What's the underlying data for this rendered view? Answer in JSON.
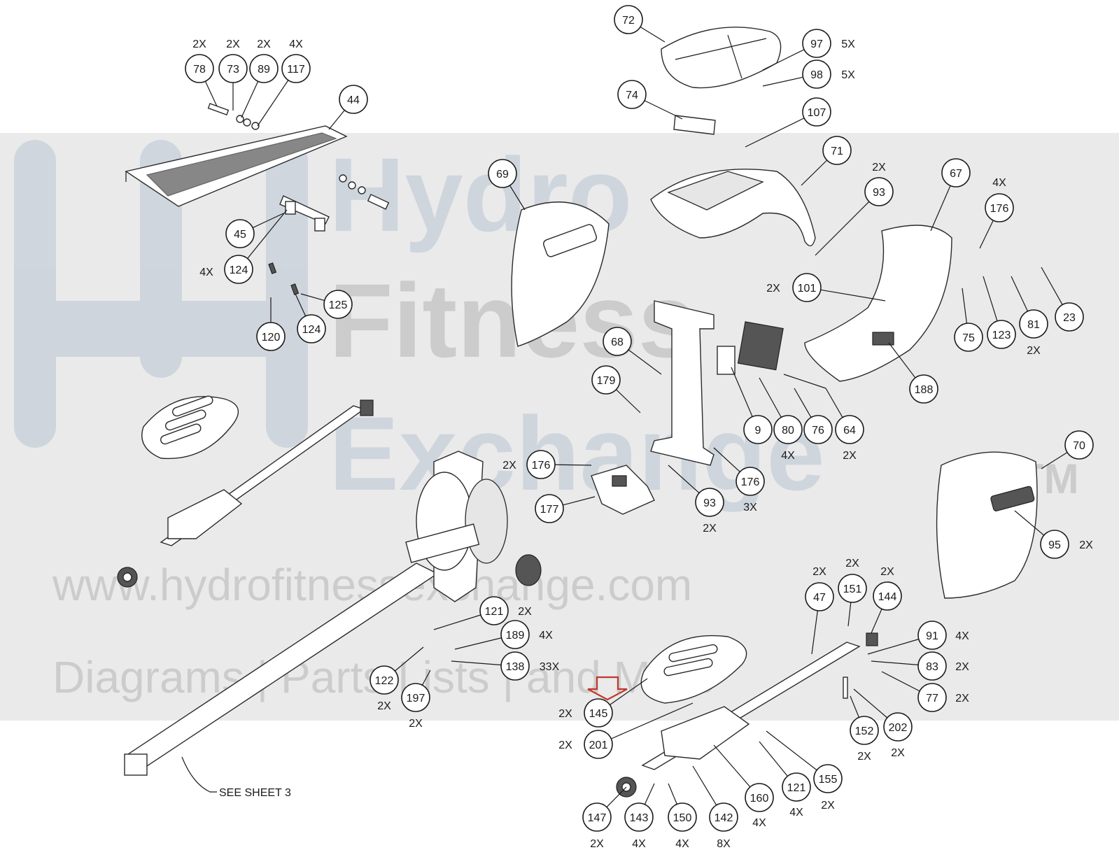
{
  "watermark": {
    "brand_line1": "Hydro",
    "brand_line2": "Fitness",
    "brand_line3": "Exchange",
    "trademark": "TM",
    "url": "www.hydrofitnessexchange.com",
    "tagline": "Diagrams | Parts Lists | and More",
    "band_color": "#d9d9d9",
    "logo_color": "#b8c5d3"
  },
  "highlight_arrow_color": "#c0392b",
  "note_see_sheet": "SEE SHEET 3",
  "callouts": [
    {
      "num": "78",
      "qty": "2X"
    },
    {
      "num": "73",
      "qty": "2X"
    },
    {
      "num": "89",
      "qty": "2X"
    },
    {
      "num": "117",
      "qty": "4X"
    },
    {
      "num": "44",
      "qty": ""
    },
    {
      "num": "45",
      "qty": ""
    },
    {
      "num": "124",
      "qty": "4X"
    },
    {
      "num": "125",
      "qty": ""
    },
    {
      "num": "120",
      "qty": ""
    },
    {
      "num": "124",
      "qty": ""
    },
    {
      "num": "72",
      "qty": ""
    },
    {
      "num": "97",
      "qty": "5X"
    },
    {
      "num": "98",
      "qty": "5X"
    },
    {
      "num": "74",
      "qty": ""
    },
    {
      "num": "107",
      "qty": ""
    },
    {
      "num": "71",
      "qty": ""
    },
    {
      "num": "69",
      "qty": ""
    },
    {
      "num": "93",
      "qty": "2X"
    },
    {
      "num": "67",
      "qty": ""
    },
    {
      "num": "176",
      "qty": "4X"
    },
    {
      "num": "101",
      "qty": "2X"
    },
    {
      "num": "75",
      "qty": ""
    },
    {
      "num": "123",
      "qty": ""
    },
    {
      "num": "81",
      "qty": "2X"
    },
    {
      "num": "23",
      "qty": ""
    },
    {
      "num": "188",
      "qty": ""
    },
    {
      "num": "68",
      "qty": ""
    },
    {
      "num": "179",
      "qty": ""
    },
    {
      "num": "9",
      "qty": ""
    },
    {
      "num": "80",
      "qty": "4X"
    },
    {
      "num": "76",
      "qty": ""
    },
    {
      "num": "64",
      "qty": "2X"
    },
    {
      "num": "70",
      "qty": ""
    },
    {
      "num": "176",
      "qty": "2X"
    },
    {
      "num": "177",
      "qty": ""
    },
    {
      "num": "93",
      "qty": "2X"
    },
    {
      "num": "176",
      "qty": "3X"
    },
    {
      "num": "95",
      "qty": "2X"
    },
    {
      "num": "47",
      "qty": "2X"
    },
    {
      "num": "151",
      "qty": "2X"
    },
    {
      "num": "144",
      "qty": "2X"
    },
    {
      "num": "121",
      "qty": "2X"
    },
    {
      "num": "189",
      "qty": "4X"
    },
    {
      "num": "138",
      "qty": "33X"
    },
    {
      "num": "122",
      "qty": "2X"
    },
    {
      "num": "197",
      "qty": "2X"
    },
    {
      "num": "91",
      "qty": "4X"
    },
    {
      "num": "83",
      "qty": "2X"
    },
    {
      "num": "77",
      "qty": "2X"
    },
    {
      "num": "145",
      "qty": "2X"
    },
    {
      "num": "201",
      "qty": "2X"
    },
    {
      "num": "152",
      "qty": "2X"
    },
    {
      "num": "202",
      "qty": "2X"
    },
    {
      "num": "155",
      "qty": "2X"
    },
    {
      "num": "121",
      "qty": "4X"
    },
    {
      "num": "160",
      "qty": "4X"
    },
    {
      "num": "147",
      "qty": "2X"
    },
    {
      "num": "143",
      "qty": "4X"
    },
    {
      "num": "150",
      "qty": "4X"
    },
    {
      "num": "142",
      "qty": "8X"
    }
  ]
}
